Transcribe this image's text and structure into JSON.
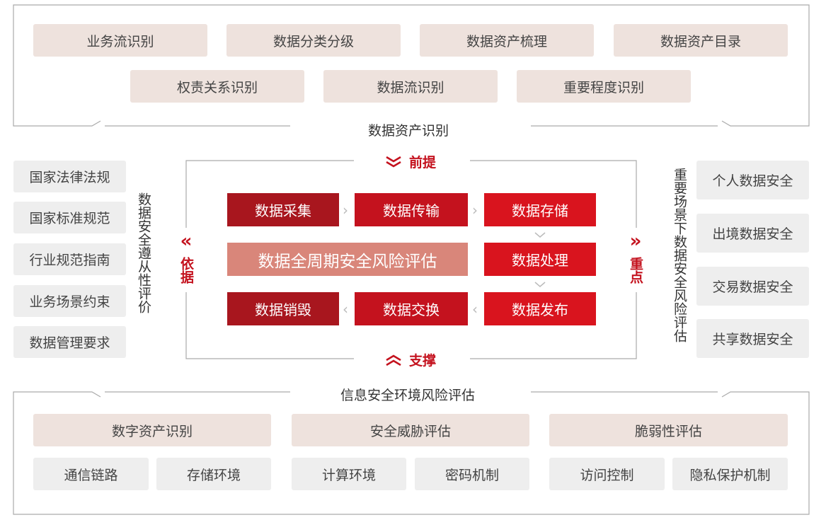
{
  "asset_identification": {
    "row1": [
      "业务流识别",
      "数据分类分级",
      "数据资产梳理",
      "数据资产目录"
    ],
    "row2": [
      "权责关系识别",
      "数据流识别",
      "重要程度识别"
    ],
    "title": "数据资产识别"
  },
  "basis": {
    "items": [
      "国家法律法规",
      "国家标准规范",
      "行业规范指南",
      "业务场景约束",
      "数据管理要求"
    ],
    "side_label": "数据安全遵从性评价",
    "marker": "依据"
  },
  "scenarios": {
    "items": [
      "个人数据安全",
      "出境数据安全",
      "交易数据安全",
      "共享数据安全"
    ],
    "side_label": "重要场景下数据安全风险评估",
    "marker": "重点"
  },
  "lifecycle": {
    "top_label": "前提",
    "bottom_label": "支撑",
    "center": "数据全周期安全风险评估",
    "stages": {
      "collect": "数据采集",
      "transmit": "数据传输",
      "store": "数据存储",
      "process": "数据处理",
      "publish": "数据发布",
      "exchange": "数据交换",
      "destroy": "数据销毁"
    }
  },
  "environment": {
    "title": "信息安全环境风险评估",
    "groups": [
      {
        "label": "数字资产识别",
        "items": [
          "通信链路",
          "存储环境"
        ]
      },
      {
        "label": "安全威胁评估",
        "items": [
          "计算环境",
          "密码机制"
        ]
      },
      {
        "label": "脆弱性评估",
        "items": [
          "访问控制",
          "隐私保护机制"
        ]
      }
    ]
  },
  "colors": {
    "accent_red": "#c4121e",
    "dark_red": "#a8161e",
    "bright_red": "#d9141e",
    "salmon": "#d9867a",
    "pink_box": "#eee2dd",
    "grey_box": "#eeeeee"
  }
}
